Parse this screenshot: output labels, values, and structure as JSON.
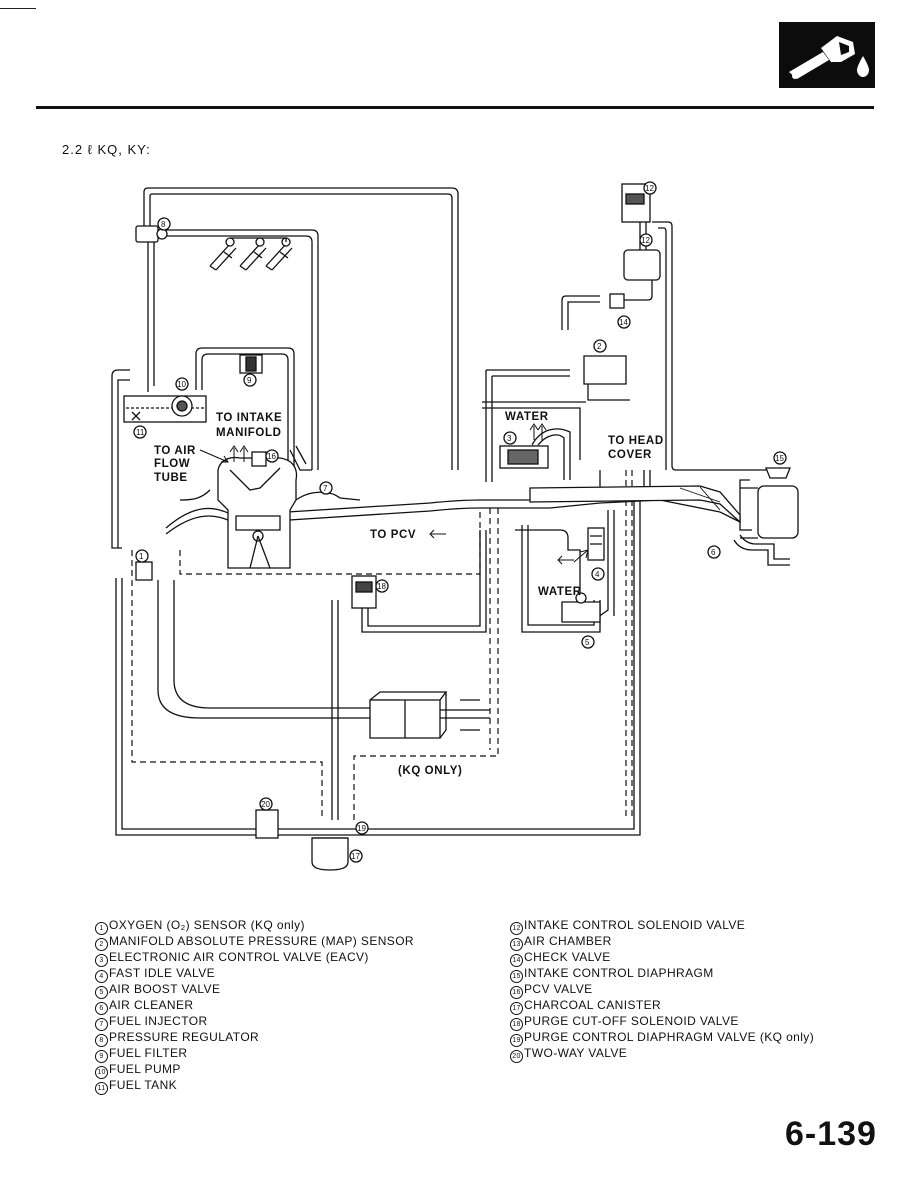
{
  "header": {
    "subtitle": "2.2 ℓ KQ, KY:",
    "icon": "fuel-nozzle-icon"
  },
  "diagram": {
    "labels": {
      "to_intake_manifold_1": "TO INTAKE",
      "to_intake_manifold_2": "MANIFOLD",
      "to_air_flow_tube_1": "TO AIR",
      "to_air_flow_tube_2": "FLOW",
      "to_air_flow_tube_3": "TUBE",
      "water_top": "WATER",
      "to_head_cover_1": "TO HEAD",
      "to_head_cover_2": "COVER",
      "to_pcv": "TO PCV",
      "water_bottom": "WATER",
      "kq_only": "(KQ ONLY)"
    }
  },
  "legend": {
    "left": [
      {
        "num": "1",
        "text": "OXYGEN (O₂) SENSOR (KQ only)"
      },
      {
        "num": "2",
        "text": "MANIFOLD ABSOLUTE PRESSURE (MAP) SENSOR"
      },
      {
        "num": "3",
        "text": "ELECTRONIC AIR CONTROL VALVE (EACV)"
      },
      {
        "num": "4",
        "text": "FAST IDLE VALVE"
      },
      {
        "num": "5",
        "text": "AIR BOOST VALVE"
      },
      {
        "num": "6",
        "text": "AIR CLEANER"
      },
      {
        "num": "7",
        "text": "FUEL INJECTOR"
      },
      {
        "num": "8",
        "text": "PRESSURE REGULATOR"
      },
      {
        "num": "9",
        "text": "FUEL FILTER"
      },
      {
        "num": "10",
        "text": "FUEL PUMP"
      },
      {
        "num": "11",
        "text": "FUEL TANK"
      }
    ],
    "right": [
      {
        "num": "12",
        "text": "INTAKE CONTROL SOLENOID VALVE"
      },
      {
        "num": "13",
        "text": "AIR CHAMBER"
      },
      {
        "num": "14",
        "text": "CHECK VALVE"
      },
      {
        "num": "15",
        "text": "INTAKE CONTROL DIAPHRAGM"
      },
      {
        "num": "16",
        "text": "PCV VALVE"
      },
      {
        "num": "17",
        "text": "CHARCOAL CANISTER"
      },
      {
        "num": "18",
        "text": "PURGE CUT-OFF SOLENOID VALVE"
      },
      {
        "num": "19",
        "text": "PURGE CONTROL DIAPHRAGM VALVE (KQ only)"
      },
      {
        "num": "20",
        "text": "TWO-WAY VALVE"
      }
    ]
  },
  "page_number": "6-139"
}
